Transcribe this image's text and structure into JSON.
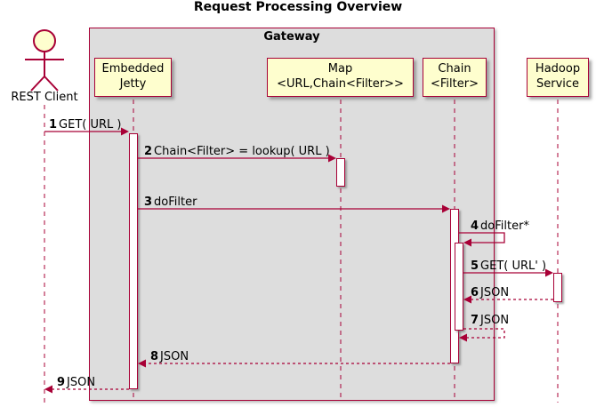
{
  "title": "Request Processing Overview",
  "gateway_box": {
    "label": "Gateway"
  },
  "actor": {
    "label": "REST Client"
  },
  "participants": [
    {
      "id": "embedded-jetty",
      "name": "Embedded\nJetty"
    },
    {
      "id": "map",
      "name": "Map\n<URL,Chain<Filter>>"
    },
    {
      "id": "chain",
      "name": "Chain\n<Filter>"
    },
    {
      "id": "hadoop-service",
      "name": "Hadoop\nService"
    }
  ],
  "messages": [
    {
      "num": "1",
      "text": "GET( URL )"
    },
    {
      "num": "2",
      "text": "Chain<Filter> = lookup( URL )"
    },
    {
      "num": "3",
      "text": "doFilter"
    },
    {
      "num": "4",
      "text": "doFilter*"
    },
    {
      "num": "5",
      "text": "GET( URL' )"
    },
    {
      "num": "6",
      "text": "JSON"
    },
    {
      "num": "7",
      "text": "JSON"
    },
    {
      "num": "8",
      "text": "JSON"
    },
    {
      "num": "9",
      "text": "JSON"
    }
  ],
  "colors": {
    "participant_fill": "#FEFECE",
    "line": "#A80036",
    "box_fill": "#DDDDDD",
    "text": "#000000"
  }
}
